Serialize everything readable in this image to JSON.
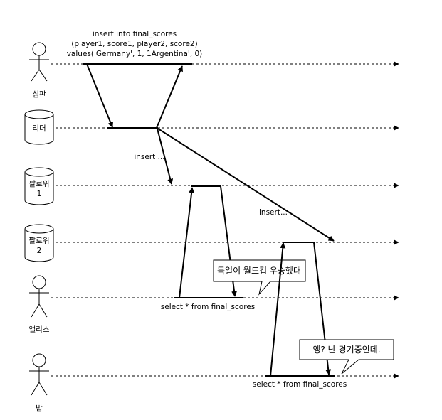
{
  "participants": {
    "referee": {
      "label": "심판",
      "kind": "actor"
    },
    "leader": {
      "label": "리더",
      "kind": "database"
    },
    "follower1": {
      "label_line1": "팔로워",
      "label_line2": "1",
      "kind": "database"
    },
    "follower2": {
      "label_line1": "팔로워",
      "label_line2": "2",
      "kind": "database"
    },
    "alice": {
      "label": "앨리스",
      "kind": "actor"
    },
    "bob": {
      "label": "밥",
      "kind": "actor"
    }
  },
  "messages": {
    "insert_main": {
      "line1": "insert into final_scores",
      "line2": "(player1, score1,  player2, score2)",
      "line3": "values('Germany', 1, 1Argentina', 0)"
    },
    "replicate_f1": "insert ...",
    "replicate_f2": "insert...",
    "alice_query": "select * from final_scores",
    "bob_query": "select * from final_scores"
  },
  "bubbles": {
    "alice": "독일이 월드컵 우승했대",
    "bob": "엥? 난 경기중인데."
  },
  "colors": {
    "stroke": "#000000",
    "background": "#ffffff"
  }
}
